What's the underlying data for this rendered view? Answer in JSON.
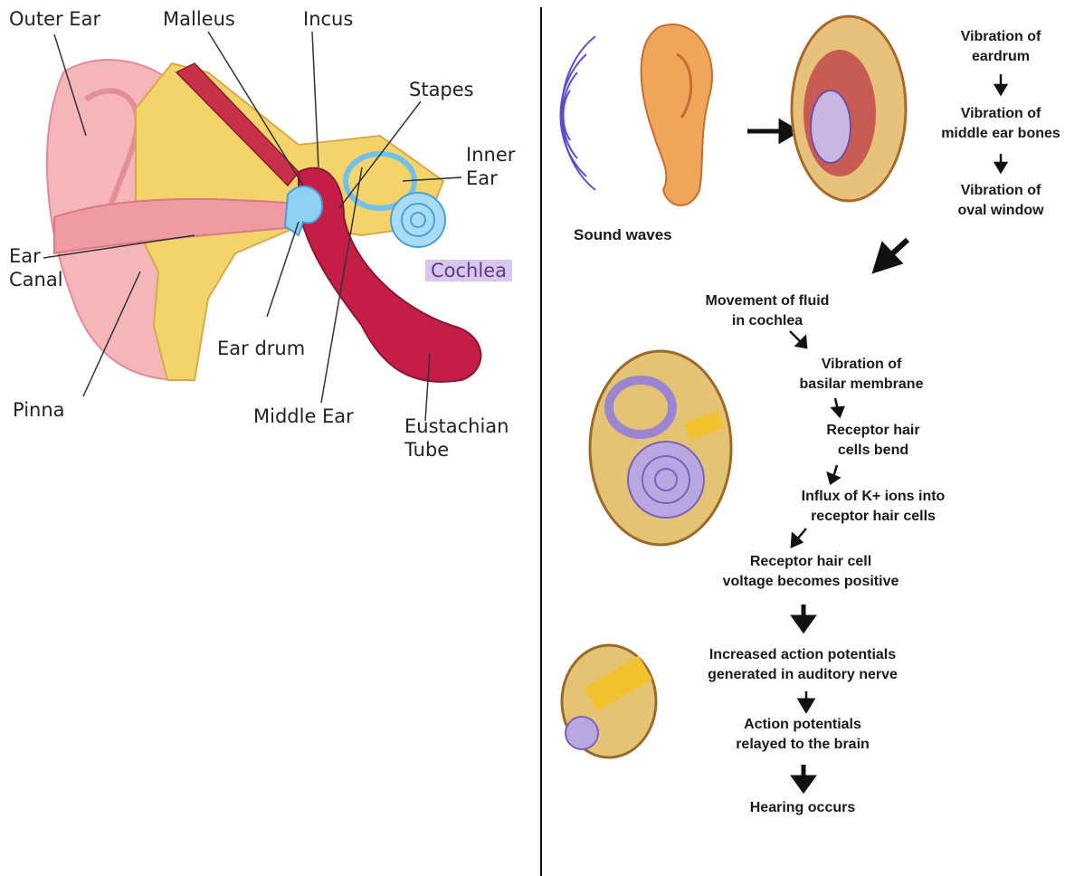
{
  "ear_anatomy": {
    "labels": {
      "outer_ear": "Outer Ear",
      "malleus": "Malleus",
      "incus": "Incus",
      "stapes": "Stapes",
      "inner_ear": "Inner\nEar",
      "ear_canal": "Ear\nCanal",
      "cochlea": "Cochlea",
      "ear_drum": "Ear drum",
      "pinna": "Pinna",
      "middle_ear": "Middle Ear",
      "eustachian_tube": "Eustachian\nTube"
    }
  },
  "hearing_flow": {
    "sound_waves": "Sound waves",
    "steps": [
      "Vibration of\neardrum",
      "Vibration of\nmiddle ear bones",
      "Vibration of\noval window",
      "Movement of fluid\nin cochlea",
      "Vibration of\nbasilar membrane",
      "Receptor hair\ncells bend",
      "Influx of K+ ions into\nreceptor hair cells",
      "Receptor hair cell\nvoltage becomes positive",
      "Increased action potentials\ngenerated in auditory nerve",
      "Action potentials\nrelayed to the brain",
      "Hearing occurs"
    ]
  },
  "colors": {
    "pinna": "#f4b6b8",
    "fat": "#f3d36a",
    "bone_blue": "#8fd0f2",
    "tube_red": "#c41e47",
    "cochlea_purple": "#b9a7e3"
  }
}
